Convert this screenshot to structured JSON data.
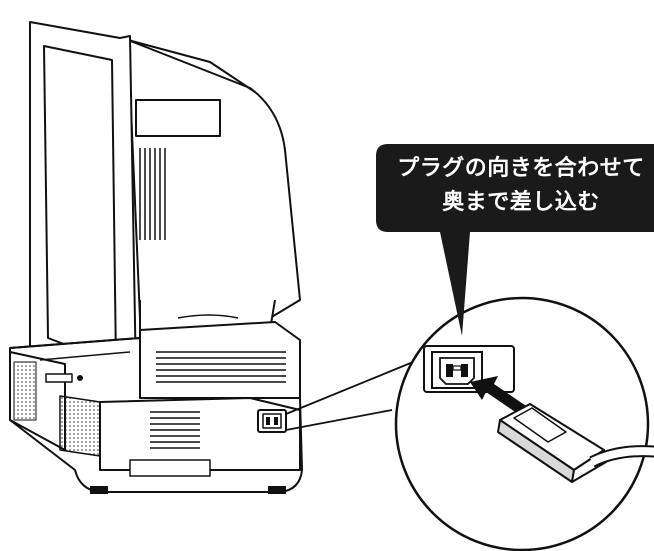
{
  "callout": {
    "line1": "プラグの向きを合わせて",
    "line2": "奥まで差し込む"
  },
  "colors": {
    "callout_bg": "#1a1a1a",
    "line": "#111111",
    "fill_light": "#ffffff",
    "fill_gray": "#d9d9d9"
  },
  "icons": [
    "monitor",
    "speaker",
    "power-inlet",
    "power-plug",
    "insert-arrow"
  ]
}
